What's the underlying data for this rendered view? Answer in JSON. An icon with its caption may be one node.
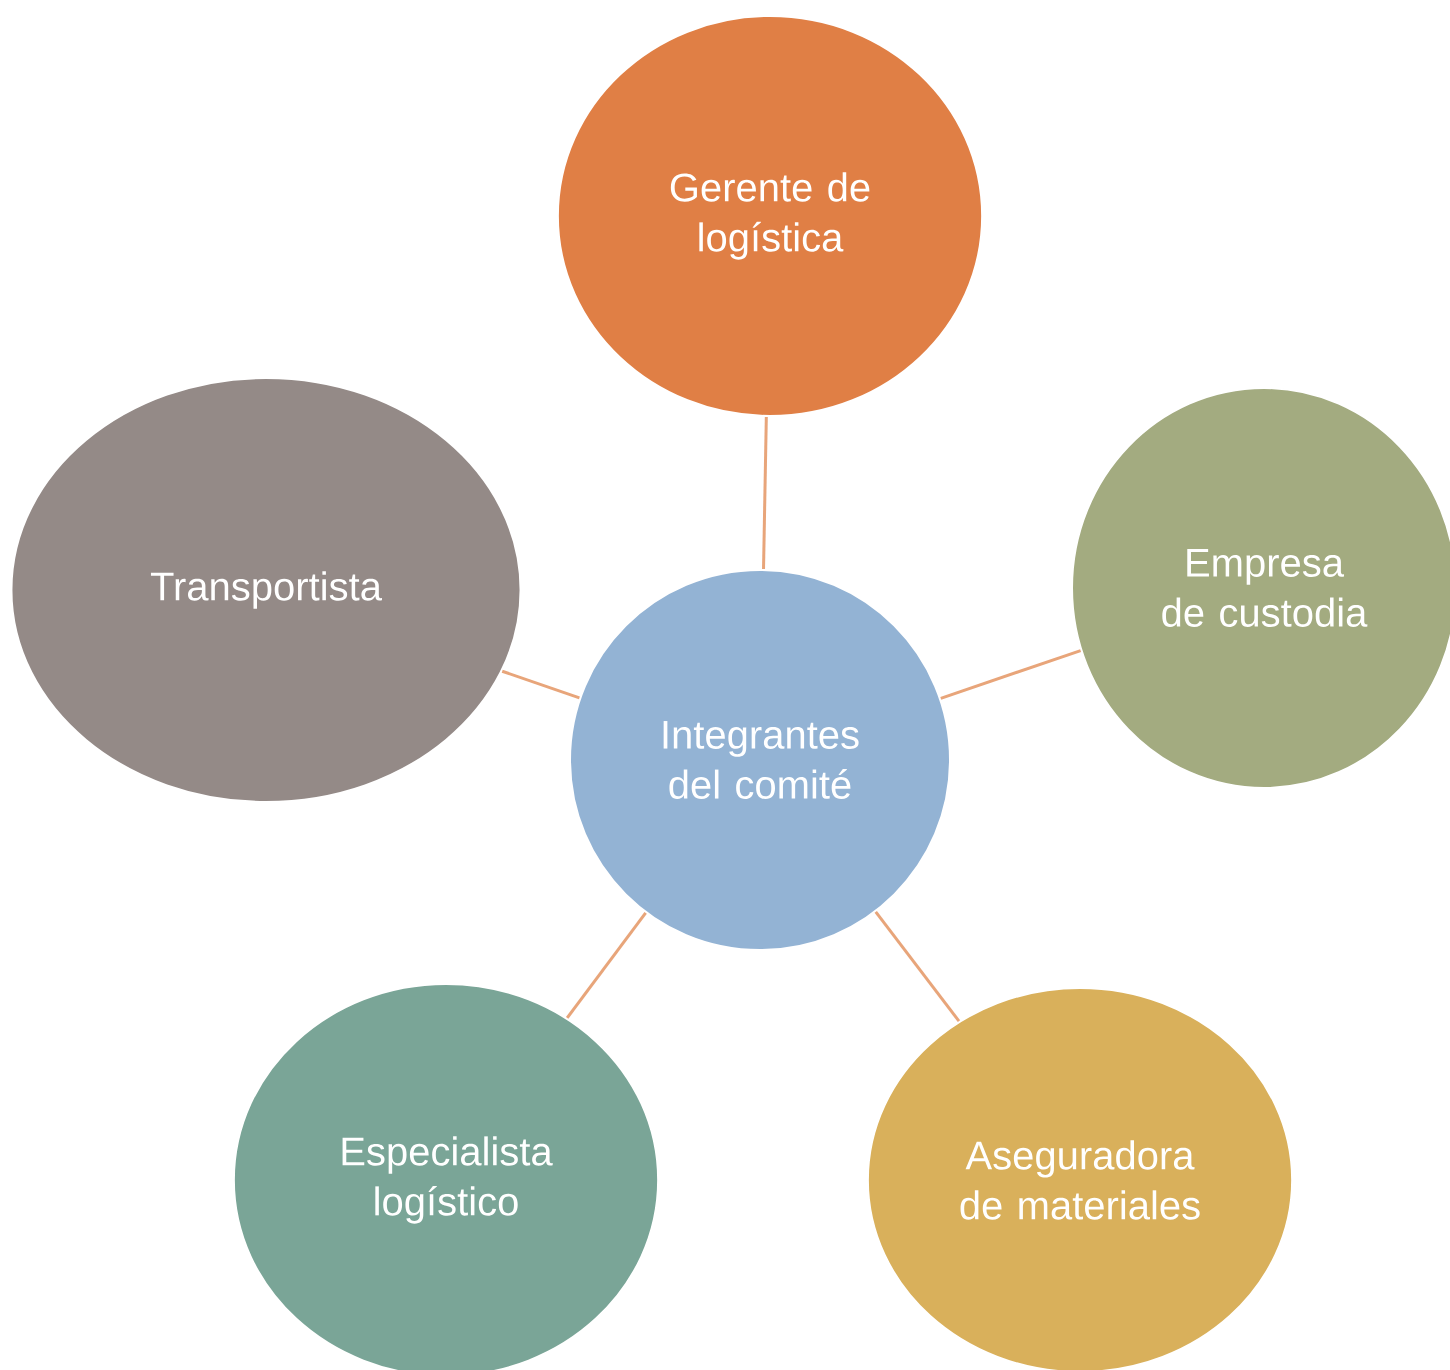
{
  "diagram": {
    "nodes": [
      {
        "text": [
          "Integrantes del comité"
        ]
      },
      {
        "text": [
          "Gerente de logística"
        ]
      },
      {
        "text": [
          "Empresa de custodia"
        ]
      },
      {
        "text": [
          "Transportista"
        ]
      },
      {
        "text": [
          "Aseguradora de materiales"
        ]
      },
      {
        "text": [
          "Especialista logístico"
        ]
      }
    ],
    "edges": [
      {
        "from": 0,
        "to": 1,
        "arrow": "none"
      },
      {
        "from": 0,
        "to": 2,
        "arrow": "none"
      },
      {
        "from": 0,
        "to": 3,
        "arrow": "none"
      },
      {
        "from": 0,
        "to": 4,
        "arrow": "none"
      },
      {
        "from": 0,
        "to": 5,
        "arrow": "none"
      }
    ]
  }
}
